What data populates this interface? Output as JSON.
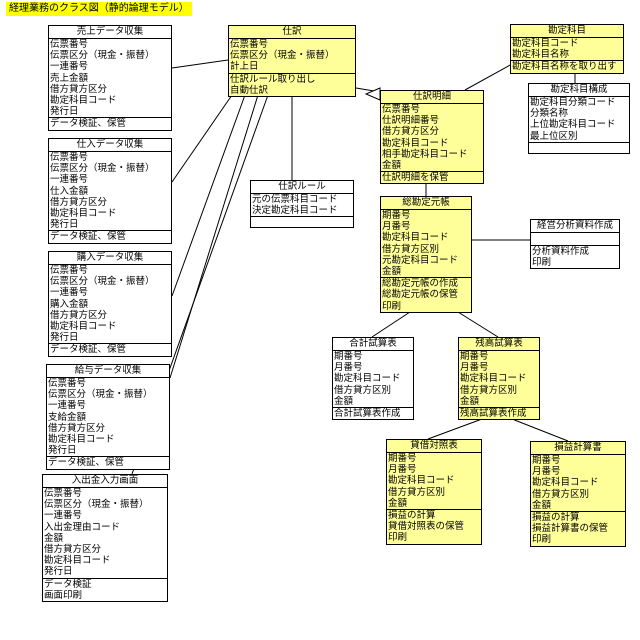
{
  "title": "経理業務のクラス図（静的論理モデル）",
  "classes": [
    {
      "id": "sales",
      "style": "white",
      "name": "売上データ収集",
      "attributes": [
        "伝票番号",
        "伝票区分（現金・振替）",
        "一連番号",
        "売上金額",
        "借方貸方区分",
        "勘定科目コード",
        "発行日"
      ],
      "operations": [
        "データ検証、保管"
      ]
    },
    {
      "id": "purchase-data",
      "style": "white",
      "name": "仕入データ収集",
      "attributes": [
        "伝票番号",
        "伝票区分（現金・振替）",
        "一連番号",
        "仕入金額",
        "借方貸方区分",
        "勘定科目コード",
        "発行日"
      ],
      "operations": [
        "データ検証、保管"
      ]
    },
    {
      "id": "buying",
      "style": "white",
      "name": "購入データ収集",
      "attributes": [
        "伝票番号",
        "伝票区分（現金・振替）",
        "一連番号",
        "購入金額",
        "借方貸方区分",
        "勘定科目コード",
        "発行日"
      ],
      "operations": [
        "データ検証、保管"
      ]
    },
    {
      "id": "payroll",
      "style": "white",
      "name": "給与データ収集",
      "attributes": [
        "伝票番号",
        "伝票区分（現金・振替）",
        "一連番号",
        "支給金額",
        "借方貸方区分",
        "勘定科目コード",
        "発行日"
      ],
      "operations": [
        "データ検証、保管"
      ]
    },
    {
      "id": "cash-entry",
      "style": "white",
      "name": "入出金入力画面",
      "attributes": [
        "伝票番号",
        "伝票区分（現金・振替）",
        "一連番号",
        "入出金理由コード",
        "金額",
        "借方貸方区分",
        "勘定科目コード",
        "発行日"
      ],
      "operations": [
        "データ検証",
        "画面印刷"
      ]
    },
    {
      "id": "journal",
      "style": "yellow",
      "name": "仕訳",
      "attributes": [
        "伝票番号",
        "伝票区分（現金・振替）",
        "計上日"
      ],
      "operations": [
        "仕訳ルール取り出し",
        "自動仕訳"
      ]
    },
    {
      "id": "journal-rule",
      "style": "white",
      "name": "仕訳ルール",
      "attributes": [
        "元の伝票科目コード",
        "決定勘定科目コード"
      ],
      "operations": []
    },
    {
      "id": "account",
      "style": "yellow",
      "name": "勘定科目",
      "attributes": [
        "勘定科目コード",
        "勘定科目名称"
      ],
      "operations": [
        "勘定科目名称を取り出す"
      ]
    },
    {
      "id": "account-structure",
      "style": "white",
      "name": "勘定科目構成",
      "attributes": [
        "勘定科目分類コード",
        "分類名称",
        "上位勘定科目コード",
        "最上位区別"
      ],
      "operations": []
    },
    {
      "id": "journal-detail",
      "style": "yellow",
      "name": "仕訳明細",
      "attributes": [
        "伝票番号",
        "仕訳明細番号",
        "借方貸方区分",
        "勘定科目コード",
        "相手勘定科目コード",
        "金額"
      ],
      "operations": [
        "仕訳明細を保管"
      ]
    },
    {
      "id": "general-ledger",
      "style": "yellow",
      "name": "総勘定元帳",
      "attributes": [
        "期番号",
        "月番号",
        "勘定科目コード",
        "借方貸方区別",
        "元勘定科目コード",
        "金額"
      ],
      "operations": [
        "総勘定元帳の作成",
        "総勘定元帳の保管",
        "印刷"
      ]
    },
    {
      "id": "mgmt-analysis",
      "style": "white",
      "name": "経営分析資料作成",
      "attributes": [],
      "operations": [
        "分析資料作成",
        "印刷"
      ]
    },
    {
      "id": "trial-total",
      "style": "white",
      "name": "合計試算表",
      "attributes": [
        "期番号",
        "月番号",
        "勘定科目コード",
        "借方貸方区別",
        "金額"
      ],
      "operations": [
        "合計試算表作成"
      ]
    },
    {
      "id": "trial-balance",
      "style": "yellow",
      "name": "残高試算表",
      "attributes": [
        "期番号",
        "月番号",
        "勘定科目コード",
        "借方貸方区別",
        "金額"
      ],
      "operations": [
        "残高試算表作成"
      ]
    },
    {
      "id": "balance-sheet",
      "style": "yellow",
      "name": "貸借対照表",
      "attributes": [
        "期番号",
        "月番号",
        "勘定科目コード",
        "借方貸方区別",
        "金額"
      ],
      "operations": [
        "損益の計算",
        "貸借対照表の保管",
        "印刷"
      ]
    },
    {
      "id": "income-statement",
      "style": "yellow",
      "name": "損益計算書",
      "attributes": [
        "期番号",
        "月番号",
        "勘定科目コード",
        "借方貸方区別",
        "金額"
      ],
      "operations": [
        "損益の計算",
        "損益計算書の保管",
        "印刷"
      ]
    }
  ]
}
